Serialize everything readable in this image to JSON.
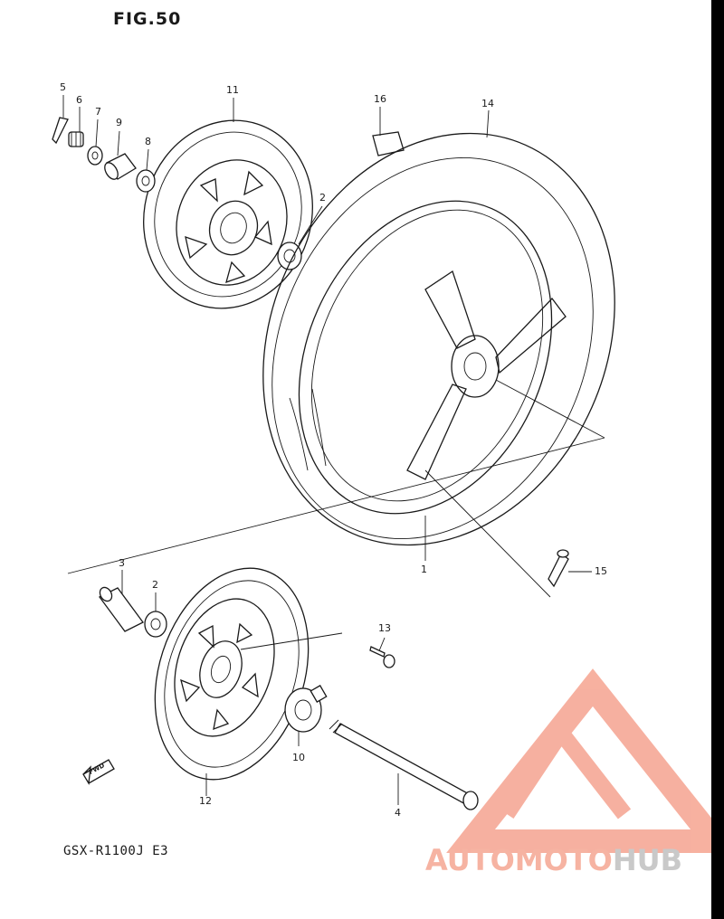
{
  "figure": {
    "title": "FIG.50",
    "model_code": "GSX-R1100J E3"
  },
  "callouts": [
    {
      "id": "c5",
      "text": "5"
    },
    {
      "id": "c6",
      "text": "6"
    },
    {
      "id": "c7",
      "text": "7"
    },
    {
      "id": "c9",
      "text": "9"
    },
    {
      "id": "c8",
      "text": "8"
    },
    {
      "id": "c11",
      "text": "11"
    },
    {
      "id": "c16",
      "text": "16"
    },
    {
      "id": "c14",
      "text": "14"
    },
    {
      "id": "c2a",
      "text": "2"
    },
    {
      "id": "c1",
      "text": "1"
    },
    {
      "id": "c15",
      "text": "15"
    },
    {
      "id": "c3",
      "text": "3"
    },
    {
      "id": "c2b",
      "text": "2"
    },
    {
      "id": "c13",
      "text": "13"
    },
    {
      "id": "c10",
      "text": "10"
    },
    {
      "id": "c4",
      "text": "4"
    },
    {
      "id": "c12",
      "text": "12"
    }
  ],
  "fwd_label": "FWD",
  "watermark": {
    "part1": "AUTOMOTO",
    "part2": "HUB",
    "color_primary": "#f6b3a2",
    "color_secondary": "#c9c9c9"
  }
}
